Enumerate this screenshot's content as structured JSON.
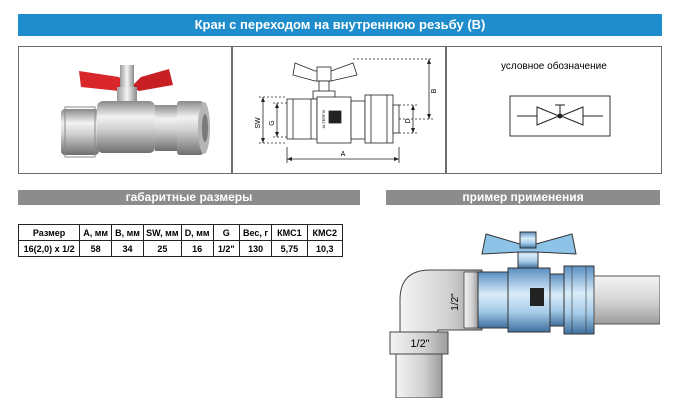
{
  "header": {
    "title": "Кран с переходом на внутреннюю резьбу (В)"
  },
  "drawing": {
    "dim_sw": "SW",
    "dim_g": "G",
    "dim_a": "A",
    "dim_b": "B",
    "dim_d": "D",
    "brand": "ALTERFIX"
  },
  "symbol": {
    "label": "условное обозначение"
  },
  "dimensions": {
    "title": "габаритные размеры",
    "headers": [
      "Размер",
      "A, мм",
      "B, мм",
      "SW, мм",
      "D, мм",
      "G",
      "Вес, г",
      "КМС1",
      "КМС2"
    ],
    "row": [
      "16(2,0) x 1/2",
      "58",
      "34",
      "25",
      "16",
      "1/2\"",
      "130",
      "5,75",
      "10,3"
    ]
  },
  "example": {
    "title": "пример применения",
    "thread_label_vertical": "1/2\"",
    "thread_label_horizontal": "1/2\""
  },
  "colors": {
    "title_bar": "#1f8dcc",
    "section_bar": "#8c8c8c",
    "handle_red": "#d8262b",
    "handle_blue": "#8ec3e8"
  }
}
